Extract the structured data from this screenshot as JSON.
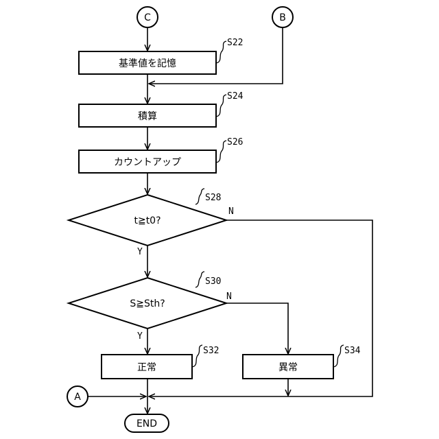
{
  "connectors": {
    "c": "C",
    "b": "B",
    "a": "A"
  },
  "process": {
    "s22": "基準値を記憶",
    "s24": "積算",
    "s26": "カウントアップ",
    "s32": "正常",
    "s34": "異常"
  },
  "decisions": {
    "s28": "t≧t0?",
    "s30": "S≧Sth?"
  },
  "step_labels": {
    "s22": "S22",
    "s24": "S24",
    "s26": "S26",
    "s28": "S28",
    "s30": "S30",
    "s32": "S32",
    "s34": "S34"
  },
  "branches": {
    "yes": "Y",
    "no": "N"
  },
  "terminal": {
    "end": "END"
  }
}
